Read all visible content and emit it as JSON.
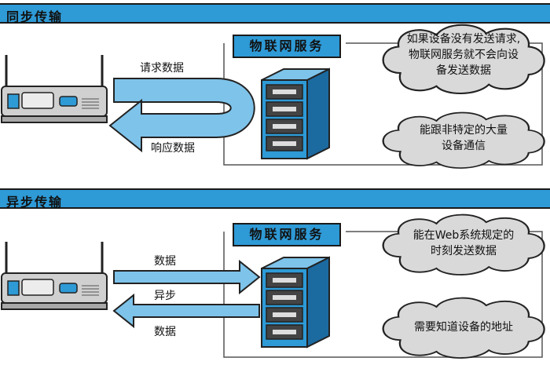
{
  "sections": [
    {
      "title": "同步传输",
      "service_label": "物联网服务",
      "arrow_labels": {
        "request": "请求数据",
        "response": "响应数据"
      },
      "clouds": [
        {
          "lines": [
            "如果设备没有发送请求,",
            "物联网服务就不会向设",
            "备发送数据"
          ]
        },
        {
          "lines": [
            "能跟非特定的大量",
            "设备通信"
          ]
        }
      ]
    },
    {
      "title": "异步传输",
      "service_label": "物联网服务",
      "arrow_labels": {
        "upper": "数据",
        "middle": "异步",
        "lower": "数据"
      },
      "clouds": [
        {
          "lines": [
            "能在Web系统规定的",
            "时刻发送数据"
          ]
        },
        {
          "lines": [
            "需要知道设备的地址"
          ]
        }
      ]
    }
  ],
  "colors": {
    "accent": "#2e9ad6",
    "cloud": "#d9d9d9",
    "server": "#2e9ad6",
    "server_dark": "#1b6aa0",
    "device": "#cfcfcf"
  }
}
